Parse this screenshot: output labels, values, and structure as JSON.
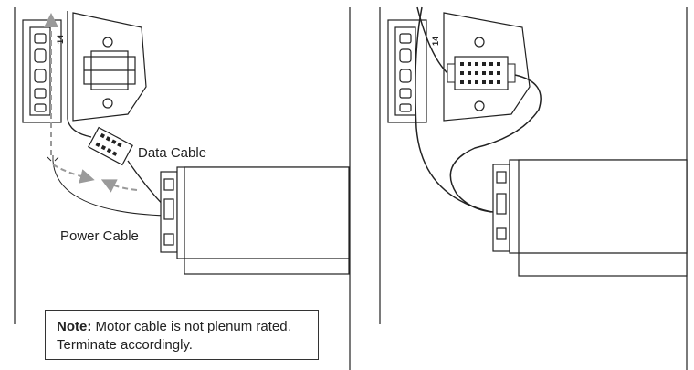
{
  "left_panel": {
    "bracket_marking": "14",
    "data_cable_label": "Data Cable",
    "power_cable_label": "Power Cable",
    "note": {
      "bold": "Note:",
      "line1": "Motor cable is not plenum rated.",
      "line2": "Terminate accordingly."
    }
  },
  "right_panel": {
    "bracket_marking": "14"
  },
  "colors": {
    "line": "#222222",
    "arrow_dashed": "#9a9a9a"
  }
}
